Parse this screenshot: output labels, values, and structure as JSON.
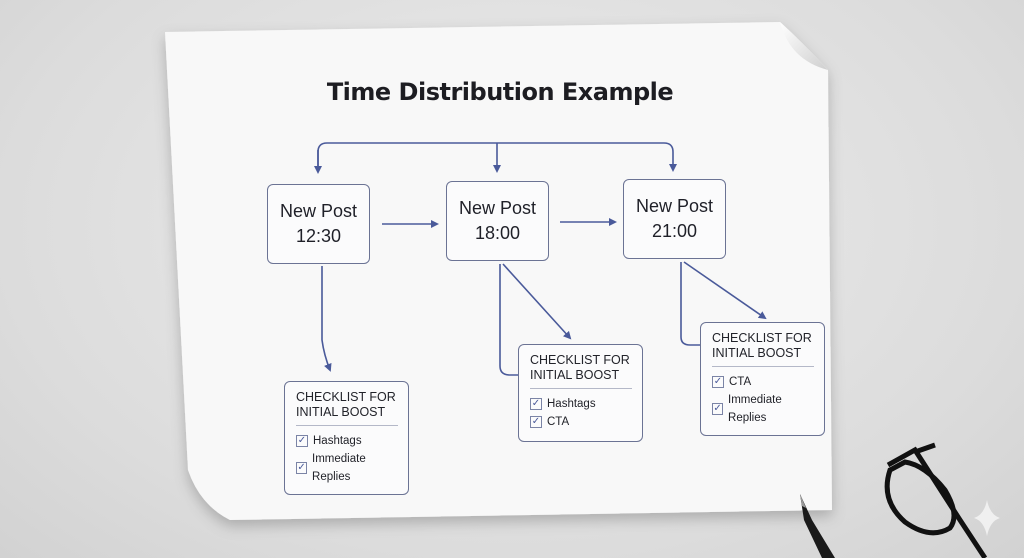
{
  "title": "Time Distribution Example",
  "posts": [
    {
      "label": "New Post",
      "time": "12:30"
    },
    {
      "label": "New Post",
      "time": "18:00"
    },
    {
      "label": "New Post",
      "time": "21:00"
    }
  ],
  "checklists": [
    {
      "heading_line1": "CHECKLIST FOR",
      "heading_line2": "INITIAL BOOST",
      "items": [
        "Hashtags",
        "Immediate Replies"
      ]
    },
    {
      "heading_line1": "CHECKLIST FOR",
      "heading_line2": "INITIAL BOOST",
      "items": [
        "Hashtags",
        "CTA"
      ]
    },
    {
      "heading_line1": "CHECKLIST FOR",
      "heading_line2": "INITIAL BOOST",
      "items": [
        "CTA",
        "Immediate Replies"
      ]
    }
  ],
  "colors": {
    "arrow": "#4a5a9a",
    "box_border": "#6b7394",
    "paper": "#f8f8f8"
  }
}
